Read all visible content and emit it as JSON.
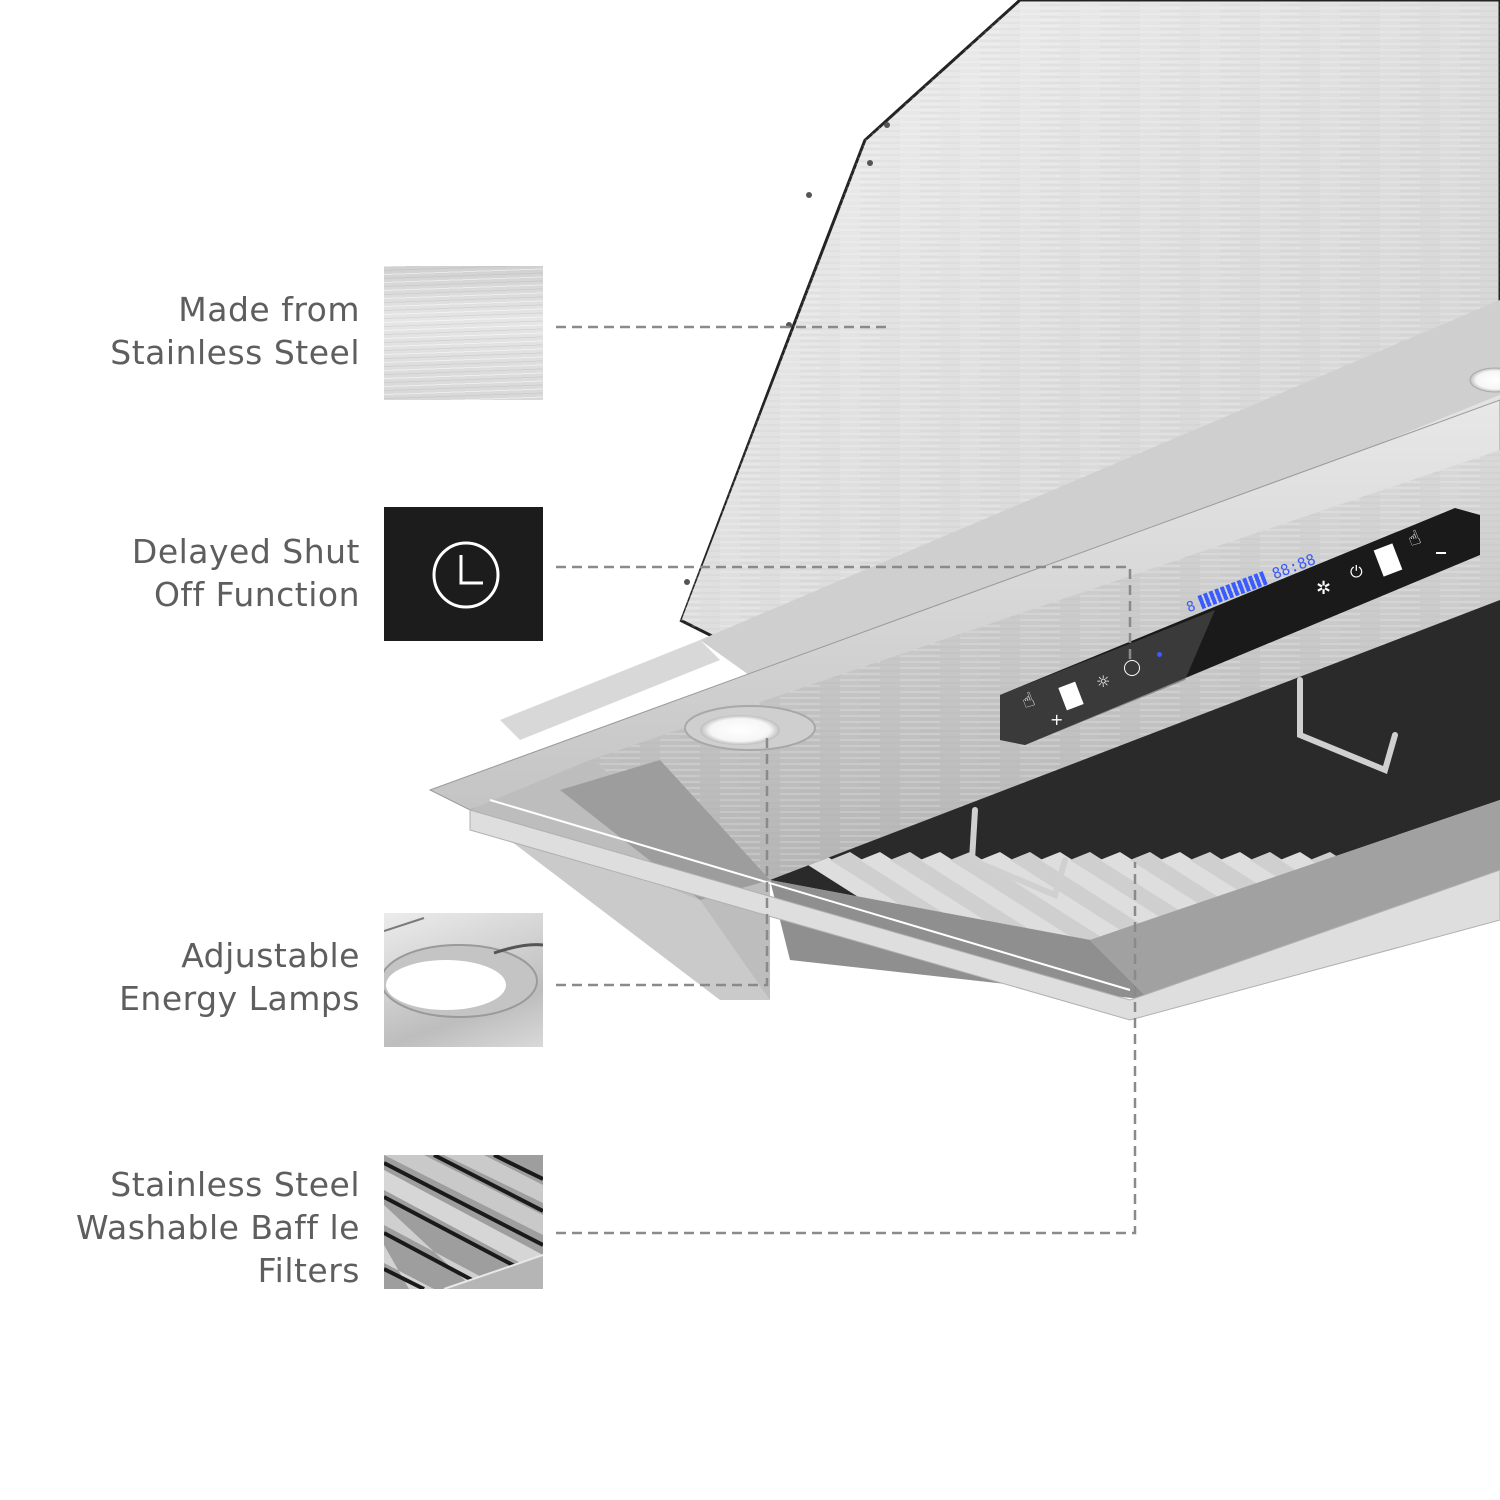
{
  "features": [
    {
      "id": "stainless-steel",
      "lines": [
        "Made from",
        "Stainless Steel"
      ],
      "swatch": "brushed-steel-texture"
    },
    {
      "id": "delayed-shut-off",
      "lines": [
        "Delayed Shut",
        "Off Function"
      ],
      "swatch": "clock-icon"
    },
    {
      "id": "energy-lamps",
      "lines": [
        "Adjustable",
        "Energy Lamps"
      ],
      "swatch": "lamp-closeup"
    },
    {
      "id": "baffle-filters",
      "lines": [
        "Stainless Steel",
        "Washable Baff le",
        "Filters"
      ],
      "swatch": "baffle-filter-closeup"
    }
  ],
  "control_panel": {
    "display_time": "88:88",
    "display_speed": "8",
    "buttons": [
      "gesture-plus-icon",
      "light-icon",
      "timer-icon",
      "fan-icon",
      "power-icon",
      "gesture-minus-icon"
    ],
    "accent_color": "#3a5bff"
  },
  "colors": {
    "label_text": "#5e5e5e",
    "leader_line": "#8a8a8a",
    "steel_light": "#e4e4e4",
    "steel_mid": "#bdbdbd",
    "steel_dark": "#8c8c8c",
    "panel_black": "#1a1a1a"
  }
}
